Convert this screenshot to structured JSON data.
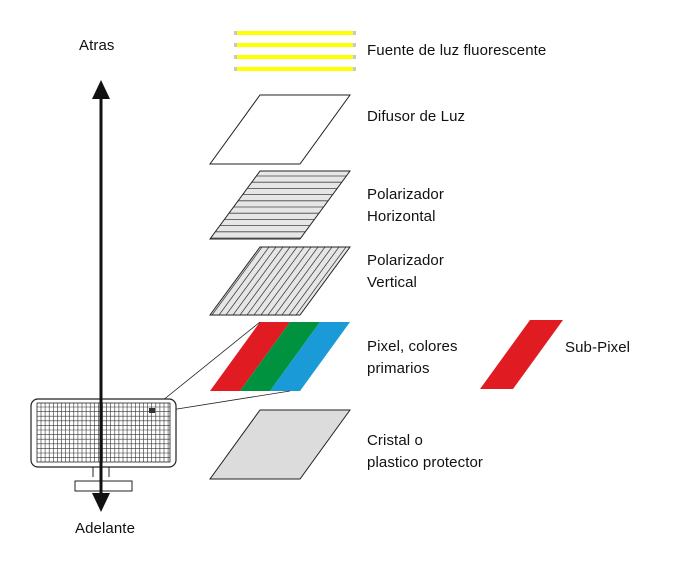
{
  "axis": {
    "top_label": "Atras",
    "bottom_label": "Adelante"
  },
  "layers": [
    {
      "id": "light-source",
      "label": "Fuente de luz fluorescente"
    },
    {
      "id": "diffuser",
      "label": "Difusor de Luz"
    },
    {
      "id": "horizontal-polarizer",
      "label_lines": [
        "Polarizador",
        "Horizontal"
      ]
    },
    {
      "id": "vertical-polarizer",
      "label_lines": [
        "Polarizador",
        "Vertical"
      ]
    },
    {
      "id": "pixel",
      "label_lines": [
        "Pixel, colores",
        "primarios"
      ]
    },
    {
      "id": "protector",
      "label_lines": [
        "Cristal o",
        "plastico protector"
      ]
    }
  ],
  "subpixel": {
    "label": "Sub-Pixel"
  },
  "colors": {
    "fluorescent_tube": "#ffff00",
    "tube_end": "#c8c8c8",
    "outline": "#222222",
    "polarizer_fill": "#e6e6e6",
    "protector_fill": "#dcdcdc",
    "pixel_red": "#e11b22",
    "pixel_green": "#00923f",
    "pixel_blue": "#1a9ad6",
    "subpixel_red": "#e11b22"
  }
}
